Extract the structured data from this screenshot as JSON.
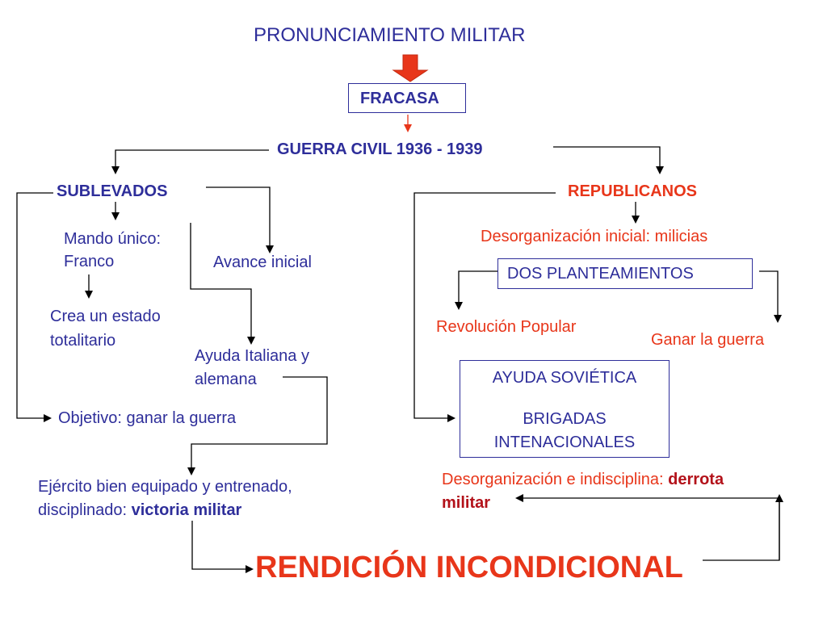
{
  "title": "PRONUNCIAMIENTO MILITAR",
  "fracasa": "FRACASA",
  "guerra_civil": "GUERRA CIVIL 1936 - 1939",
  "sublevados": {
    "heading": "SUBLEVADOS",
    "mando_line1": "Mando único:",
    "mando_line2": "Franco",
    "avance": "Avance inicial",
    "estado_line1": "Crea un estado",
    "estado_line2": "totalitario",
    "ayuda_line1": "Ayuda Italiana y",
    "ayuda_line2": "alemana",
    "objetivo": "Objetivo: ganar la guerra",
    "ejercito_line1": "Ejército bien equipado y entrenado,",
    "ejercito_line2_prefix": "disciplinado: ",
    "ejercito_line2_bold": "victoria militar"
  },
  "republicanos": {
    "heading": "REPUBLICANOS",
    "desorganizacion_inicial": "Desorganización inicial: milicias",
    "dos_planteamientos": "DOS PLANTEAMIENTOS",
    "revolucion": "Revolución Popular",
    "ganar": "Ganar la guerra",
    "ayuda_sovietica": "AYUDA SOVIÉTICA",
    "brigadas_line1": "BRIGADAS",
    "brigadas_line2": "INTENACIONALES",
    "desorg_line1_prefix": "Desorganización e indisciplina: ",
    "desorg_line1_bold": "derrota",
    "desorg_line2_bold": "militar"
  },
  "rendicion": "RENDICIÓN INCONDICIONAL",
  "colors": {
    "text_blue": "#2e2e9a",
    "red": "#e8361a",
    "dark_red": "#b3121a",
    "line": "#000000"
  }
}
